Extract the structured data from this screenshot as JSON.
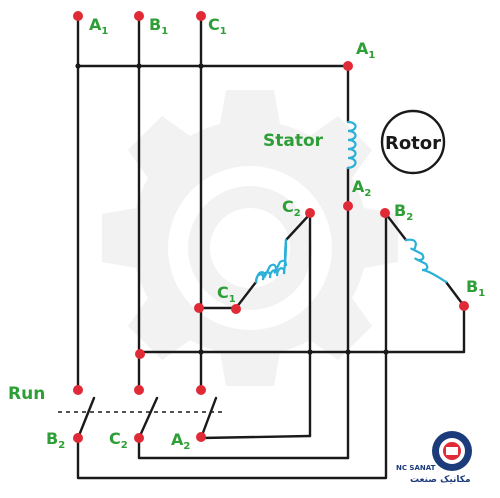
{
  "labels": {
    "top_a": "A",
    "top_b": "B",
    "top_c": "C",
    "stator_a1": "A",
    "stator_a2": "A",
    "stator_b2": "B",
    "stator_b1": "B",
    "stator_c2": "C",
    "stator_c1": "C",
    "switch_b2": "B",
    "switch_c2": "C",
    "switch_a2": "A",
    "sub1": "1",
    "sub2": "2"
  },
  "stator_label": "Stator",
  "rotor_label": "Rotor",
  "run_label": "Run",
  "logo": {
    "en": "NC SANAT",
    "fa": "مکانیک صنعت"
  },
  "colors": {
    "wire": "#1a1a1a",
    "terminal": "#e02a36",
    "coil": "#2bb0d8",
    "label": "#2e9e36",
    "watermark": "#f1f1f1"
  }
}
